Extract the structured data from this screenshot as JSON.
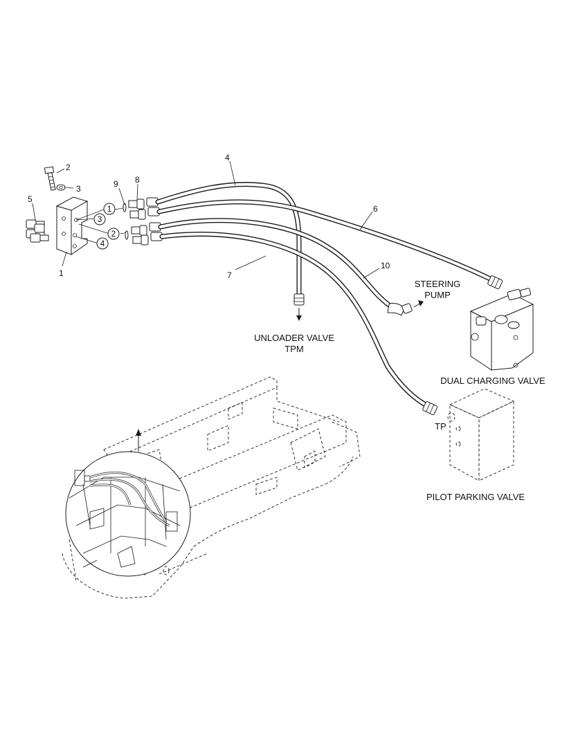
{
  "diagram": {
    "callouts": [
      "1",
      "2",
      "3",
      "4",
      "5",
      "6",
      "7",
      "8",
      "9",
      "10"
    ],
    "circled_refs": [
      "1",
      "2",
      "3",
      "4"
    ],
    "labels": {
      "unloader_valve": "UNLOADER VALVE",
      "tpm": "TPM",
      "steering_pump_1": "STEERING",
      "steering_pump_2": "PUMP",
      "dual_charging_valve": "DUAL CHARGING VALVE",
      "tp": "TP",
      "pilot_parking_valve": "PILOT PARKING VALVE"
    }
  }
}
